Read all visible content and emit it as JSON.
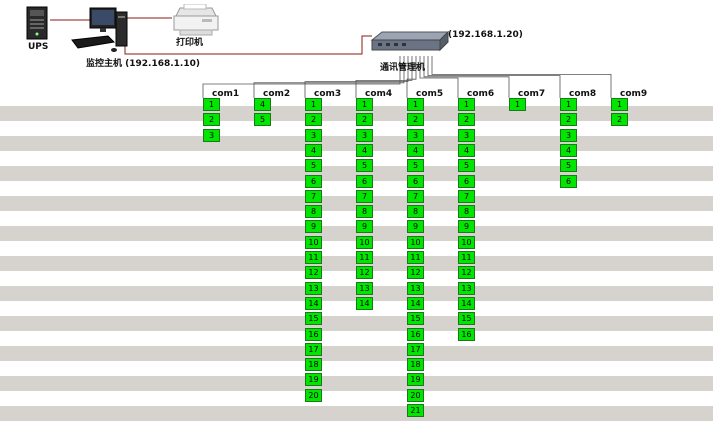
{
  "devices": {
    "ups": {
      "label": "UPS"
    },
    "monitor_host": {
      "label": "监控主机 (192.168.1.10)"
    },
    "printer": {
      "label": "打印机"
    },
    "comm_manager": {
      "label": "通讯管理机",
      "ip": "(192.168.1.20)"
    }
  },
  "colors": {
    "device_box": "#00e600",
    "stripe": "#d6d3ce",
    "link": "#8b1a1a",
    "bus": "#555555"
  },
  "ports": [
    {
      "label": "com1",
      "devices": [
        "1",
        "2",
        "3"
      ]
    },
    {
      "label": "com2",
      "devices": [
        "4",
        "5"
      ]
    },
    {
      "label": "com3",
      "devices": [
        "1",
        "2",
        "3",
        "4",
        "5",
        "6",
        "7",
        "8",
        "9",
        "10",
        "11",
        "12",
        "13",
        "14",
        "15",
        "16",
        "17",
        "18",
        "19",
        "20"
      ]
    },
    {
      "label": "com4",
      "devices": [
        "1",
        "2",
        "3",
        "4",
        "5",
        "6",
        "7",
        "8",
        "9",
        "10",
        "11",
        "12",
        "13",
        "14"
      ]
    },
    {
      "label": "com5",
      "devices": [
        "1",
        "2",
        "3",
        "4",
        "5",
        "6",
        "7",
        "8",
        "9",
        "10",
        "11",
        "12",
        "13",
        "14",
        "15",
        "16",
        "17",
        "18",
        "19",
        "20",
        "21"
      ]
    },
    {
      "label": "com6",
      "devices": [
        "1",
        "2",
        "3",
        "4",
        "5",
        "6",
        "7",
        "8",
        "9",
        "10",
        "11",
        "12",
        "13",
        "14",
        "15",
        "16"
      ]
    },
    {
      "label": "com7",
      "devices": [
        "1"
      ]
    },
    {
      "label": "com8",
      "devices": [
        "1",
        "2",
        "3",
        "4",
        "5",
        "6"
      ]
    },
    {
      "label": "com9",
      "devices": [
        "1",
        "2"
      ]
    }
  ]
}
